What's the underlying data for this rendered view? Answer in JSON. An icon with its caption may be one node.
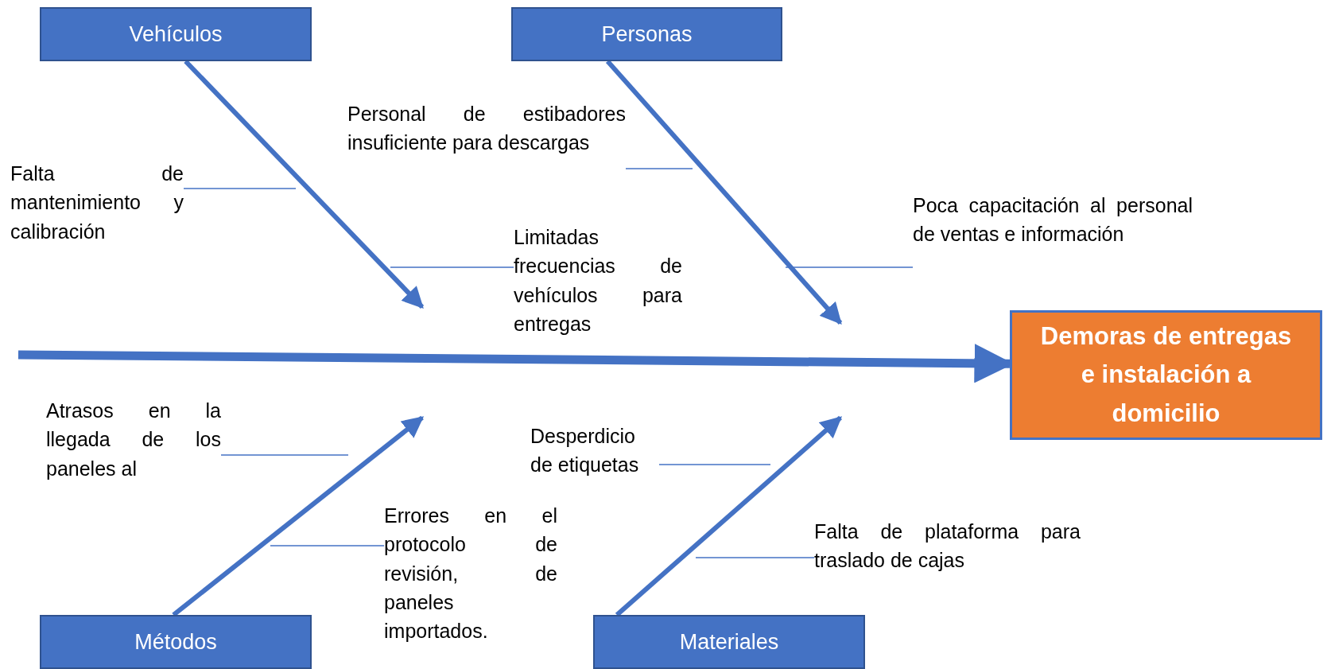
{
  "diagram": {
    "nodes": [
      {
        "text": [
          "Vehículos"
        ]
      },
      {
        "text": [
          "Personas"
        ]
      },
      {
        "text": [
          "Métodos"
        ]
      },
      {
        "text": [
          "Materiales"
        ]
      },
      {
        "text": [
          "Demoras de entregas e instalación a domicilio"
        ]
      },
      {
        "text": [
          "Falta de mantenimiento y calibración"
        ]
      },
      {
        "text": [
          "Personal de estibadores insuficiente para descargas"
        ]
      },
      {
        "text": [
          "Limitadas frecuencias de vehículos para entregas"
        ]
      },
      {
        "text": [
          "Poca capacitación al personal de ventas e información"
        ]
      },
      {
        "text": [
          "Atrasos en la llegada de los paneles al"
        ]
      },
      {
        "text": [
          "Desperdicio de etiquetas"
        ]
      },
      {
        "text": [
          "Errores en el protocolo de revisión, de paneles importados."
        ]
      },
      {
        "text": [
          "Falta de plataforma para traslado de cajas"
        ]
      }
    ],
    "edges": [
      {
        "from": null,
        "to": 4,
        "arrow": "to",
        "style": "thick"
      },
      {
        "from": 0,
        "to": null,
        "arrow": "to",
        "style": "thick"
      },
      {
        "from": 1,
        "to": null,
        "arrow": "to",
        "style": "thick"
      },
      {
        "from": 2,
        "to": null,
        "arrow": "to",
        "style": "thick"
      },
      {
        "from": 3,
        "to": null,
        "arrow": "to",
        "style": "thick"
      },
      {
        "from": 5,
        "to": null,
        "arrow": "none"
      },
      {
        "from": 6,
        "to": null,
        "arrow": "none"
      },
      {
        "from": 7,
        "to": null,
        "arrow": "none"
      },
      {
        "from": 8,
        "to": null,
        "arrow": "none"
      },
      {
        "from": 9,
        "to": null,
        "arrow": "none"
      },
      {
        "from": 10,
        "to": null,
        "arrow": "none"
      },
      {
        "from": 11,
        "to": null,
        "arrow": "none"
      },
      {
        "from": 12,
        "to": null,
        "arrow": "none"
      }
    ]
  }
}
